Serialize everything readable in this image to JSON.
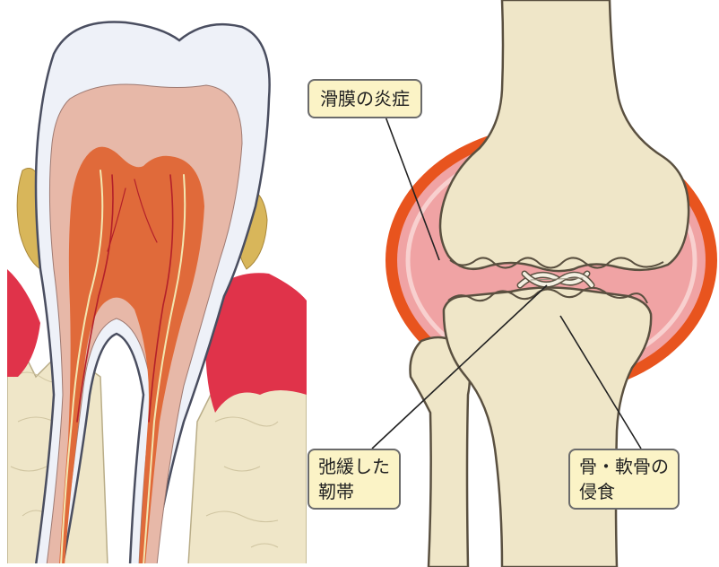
{
  "labels": {
    "synovitis": "滑膜の炎症",
    "ligament_line1": "弛緩した",
    "ligament_line2": "靭帯",
    "erosion_line1": "骨・軟骨の",
    "erosion_line2": "侵食"
  },
  "colors": {
    "callout_fill": "#fbf3c6",
    "callout_border": "#6b6b6b",
    "enamel": "#eef1f8",
    "dentin": "#e7b8a8",
    "pulp": "#e06a3a",
    "gum": "#e0334a",
    "bone": "#efe6c8",
    "inflammation_ring": "#e8541e",
    "synovium": "#f0a3a4",
    "bone_outline": "#5a5040"
  },
  "icons": [
    "tooth-illustration",
    "knee-joint-illustration"
  ]
}
